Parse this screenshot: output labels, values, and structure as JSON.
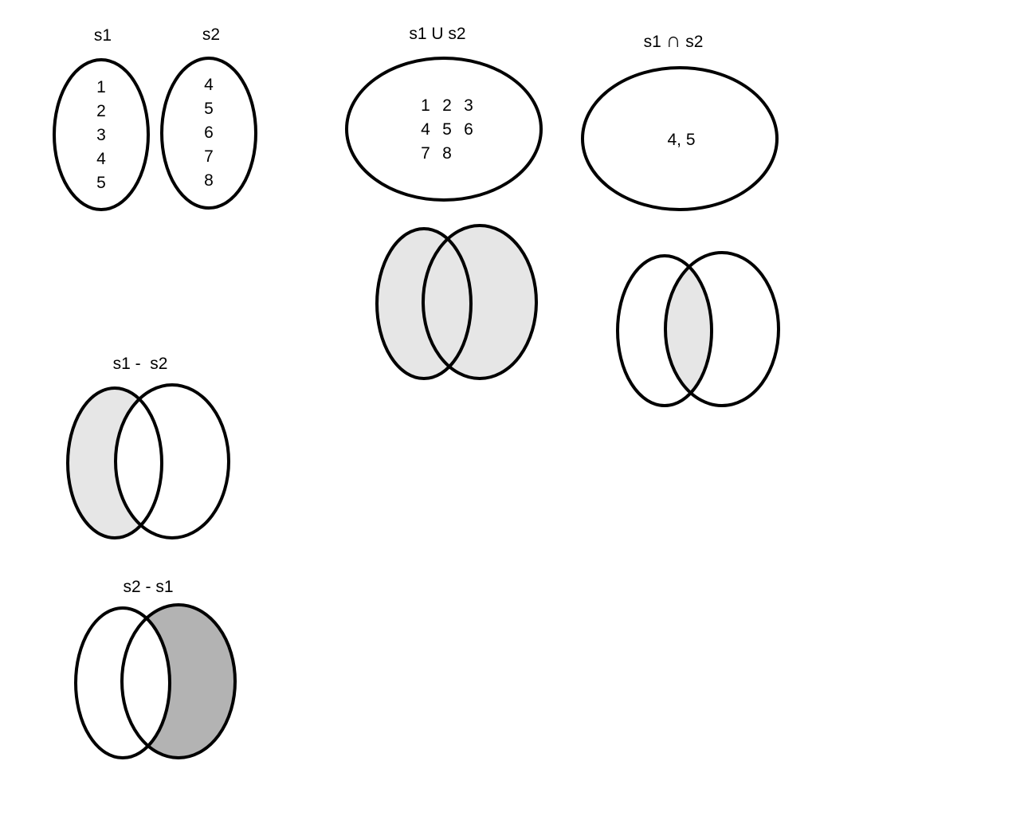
{
  "sets": {
    "s1": {
      "label": "s1",
      "items": [
        "1",
        "2",
        "3",
        "4",
        "5"
      ]
    },
    "s2": {
      "label": "s2",
      "items": [
        "4",
        "5",
        "6",
        "7",
        "8"
      ]
    }
  },
  "union": {
    "title_left": "s1",
    "operator": "U",
    "title_right": "s2",
    "rows": [
      [
        "1",
        "2",
        "3"
      ],
      [
        "4",
        "5",
        "6"
      ],
      [
        "7",
        "8"
      ]
    ]
  },
  "intersection": {
    "title_left": "s1",
    "operator": "∩",
    "title_right": "s2",
    "result": "4, 5"
  },
  "diff_s1_s2": {
    "title": "s1 -  s2"
  },
  "diff_s2_s1": {
    "title": "s2 - s1"
  },
  "colors": {
    "light_fill": "#e6e6e6",
    "dark_fill": "#b3b3b3",
    "stroke": "#000000"
  }
}
